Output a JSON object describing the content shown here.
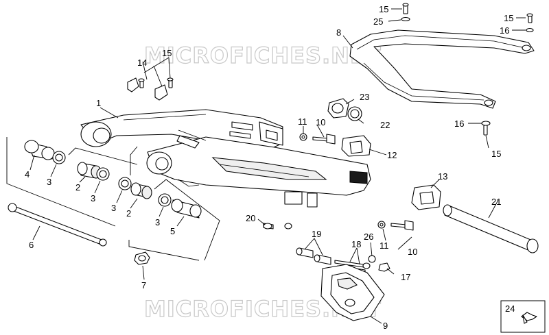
{
  "diagram": {
    "watermark": "MICROFICHES.NET",
    "callouts": {
      "c1": "1",
      "c2a": "2",
      "c2b": "2",
      "c3a": "3",
      "c3b": "3",
      "c3c": "3",
      "c3d": "3",
      "c4": "4",
      "c5": "5",
      "c6": "6",
      "c7": "7",
      "c8": "8",
      "c9": "9",
      "c10a": "10",
      "c10b": "10",
      "c11a": "11",
      "c11b": "11",
      "c12": "12",
      "c13": "13",
      "c14": "14",
      "c15a": "15",
      "c15b": "15",
      "c15c": "15",
      "c15d": "15",
      "c16a": "16",
      "c16b": "16",
      "c17": "17",
      "c18": "18",
      "c19": "19",
      "c20": "20",
      "c21": "21",
      "c22": "22",
      "c23": "23",
      "c24": "24",
      "c25": "25",
      "c26": "26"
    }
  }
}
